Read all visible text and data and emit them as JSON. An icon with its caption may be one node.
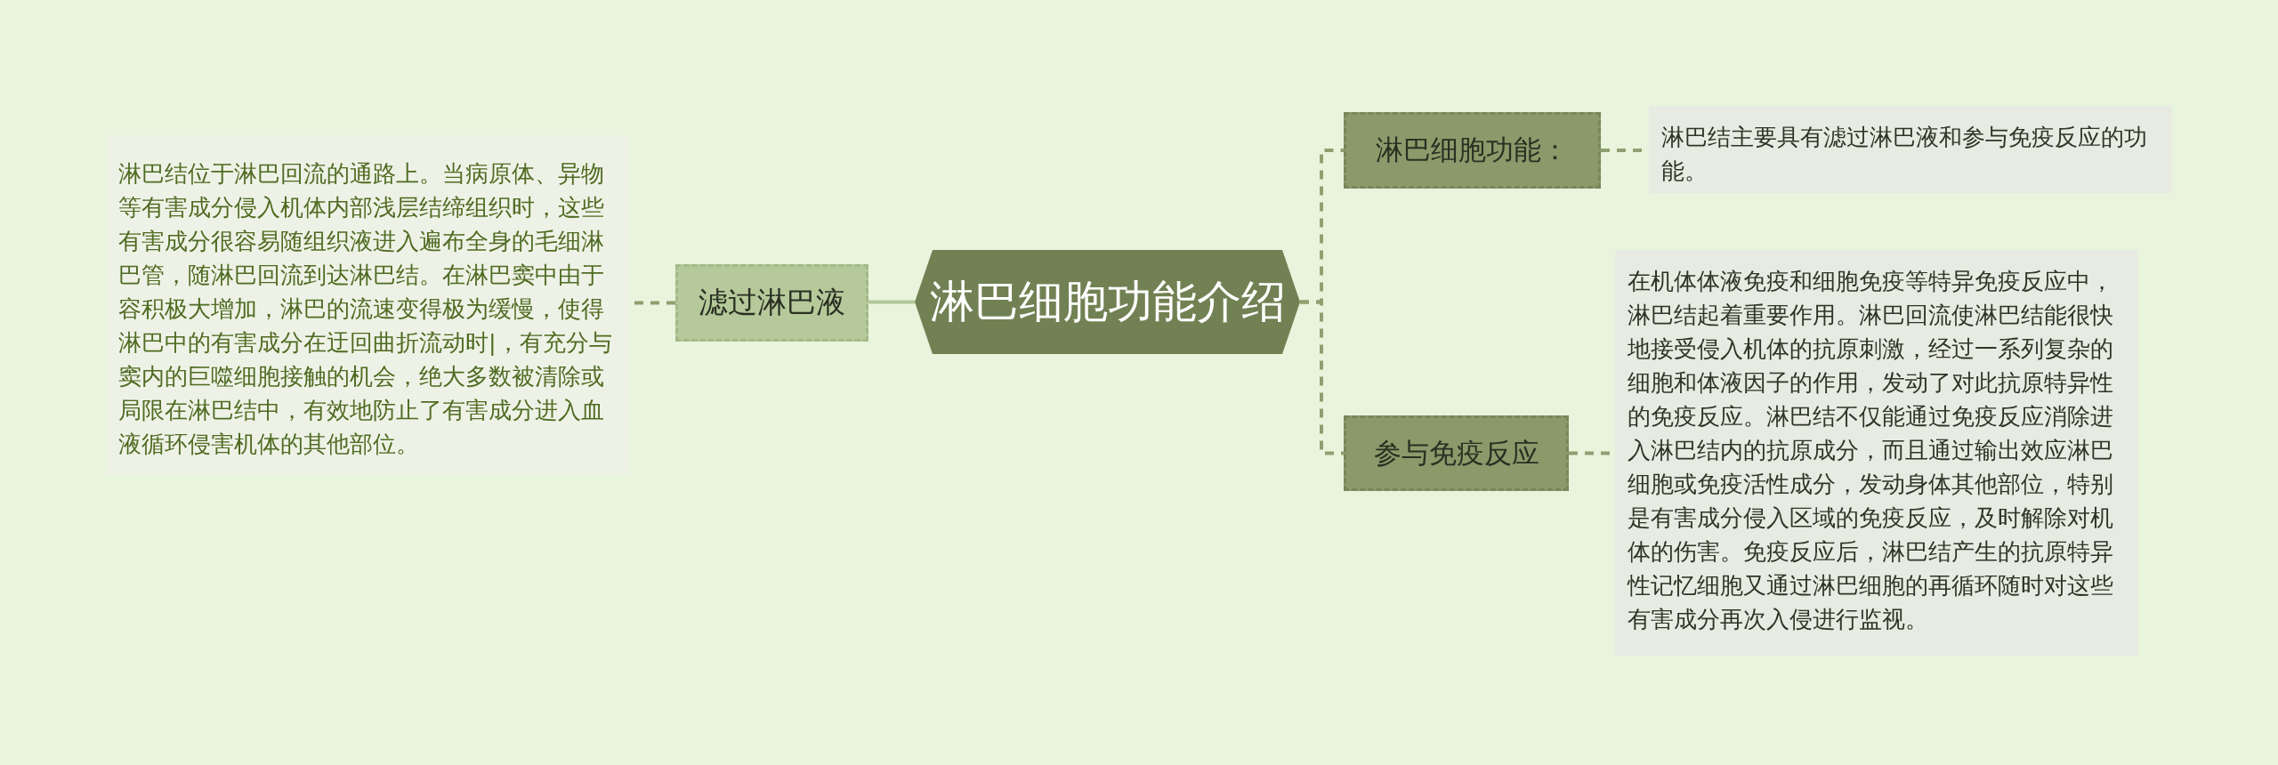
{
  "diagram": {
    "nodes": [
      {
        "text": [
          "淋巴细胞功能介绍"
        ]
      },
      {
        "text": [
          "滤过淋巴液"
        ]
      },
      {
        "text": [
          "淋巴结位于淋巴回流的通路上。当病原体、异物等有害成分侵入机体内部浅层结缔组织时，这些有害成分很容易随组织液进入遍布全身的毛细淋巴管，随淋巴回流到达淋巴结。在淋巴窦中由于容积极大增加，淋巴的流速变得极为缓慢，使得淋巴中的有害成分在迂回曲折流动时|，有充分与窦内的巨噬细胞接触的机会，绝大多数被清除或局限在淋巴结中，有效地防止了有害成分进入血液循环侵害机体的其他部位。"
        ]
      },
      {
        "text": [
          "淋巴细胞功能："
        ]
      },
      {
        "text": [
          "淋巴结主要具有滤过淋巴液和参与免疫反应的功能。"
        ]
      },
      {
        "text": [
          "参与免疫反应"
        ]
      },
      {
        "text": [
          "在机体体液免疫和细胞免疫等特异免疫反应中，淋巴结起着重要作用。淋巴回流使淋巴结能很快地接受侵入机体的抗原刺激，经过一系列复杂的细胞和体液因子的作用，发动了对此抗原特异性的免疫反应。淋巴结不仅能通过免疫反应消除进入淋巴结内的抗原成分，而且通过输出效应淋巴细胞或免疫活性成分，发动身体其他部位，特别是有害成分侵入区域的免疫反应，及时解除对机体的伤害。免疫反应后，淋巴结产生的抗原特异性记忆细胞又通过淋巴细胞的再循环随时对这些有害成分再次入侵进行监视。"
        ]
      }
    ],
    "edges": [
      {
        "from": 0,
        "to": 1,
        "arrow": "none"
      },
      {
        "from": 1,
        "to": 2,
        "arrow": "none",
        "style": "dashed"
      },
      {
        "from": 0,
        "to": 3,
        "arrow": "none",
        "style": "dashed"
      },
      {
        "from": 3,
        "to": 4,
        "arrow": "none",
        "style": "dashed"
      },
      {
        "from": 0,
        "to": 5,
        "arrow": "none",
        "style": "dashed"
      },
      {
        "from": 5,
        "to": 6,
        "arrow": "none",
        "style": "dashed"
      }
    ]
  }
}
